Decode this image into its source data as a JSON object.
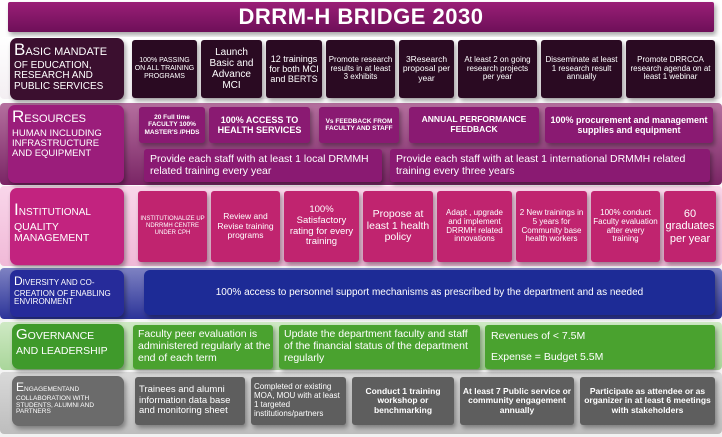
{
  "title": "DRRM-H BRIDGE 2030",
  "rows": {
    "basic": {
      "label_cap": "B",
      "label_rest": "ASIC MANDATE",
      "label_sub": "OF EDUCATION, RESEARCH AND PUBLIC SERVICES",
      "cells": [
        "100% PASSING ON ALL TRAINING PROGRAMS",
        "Launch Basic and Advance MCI",
        "12 trainings for both MCI and BERTS",
        "Promote research results in at least 3 exhibits",
        "3Research proposal per year",
        "At least 2 on going research projects per year",
        "Disseminate at least 1 research result annually",
        "Promote DRRCCA research agenda on at least 1 webinar"
      ]
    },
    "resources": {
      "label_cap": "R",
      "label_rest": "ESOURCES",
      "label_sub": "HUMAN INCLUDING INFRASTRUCTURE AND EQUIPMENT",
      "cells": [
        "20 Full time FACULTY 100% MASTER'S /PHDS",
        "100% ACCESS TO HEALTH SERVICES",
        "Vs FEEDBACK FROM FACULTY AND STAFF",
        "ANNUAL PERFORMANCE FEEDBACK",
        "100% procurement and management supplies and equipment"
      ],
      "wide": [
        "Provide each staff with at least 1 local DRMMH related training every year",
        "Provide each staff with at least 1 international DRMMH related training every three years"
      ]
    },
    "institutional": {
      "label_cap": "I",
      "label_rest": "NSTITUTIONAL",
      "label_sub": "QUALITY MANAGEMENT",
      "cells": [
        "INSTITUTIONALIZE UP NDRRMH CENTRE UNDER CPH",
        "Review and Revise training programs",
        "100% Satisfactory rating for every training",
        "Propose at least 1 health policy",
        "Adapt , upgrade and implement DRRMH related innovations",
        "2 New trainings in 5 years for Community base health workers",
        "100% conduct Faculty evaluation after every training",
        "60 graduates per year"
      ]
    },
    "diversity": {
      "label_cap": "D",
      "label_rest": "IVERSITY AND CO-",
      "label_sub": "CREATION OF ENABLING ENVIRONMENT",
      "cells": [
        "100% access to personnel support mechanisms as prescribed by the department and as needed"
      ]
    },
    "governance": {
      "label_cap": "G",
      "label_rest": "OVERNANCE",
      "label_sub": "AND LEADERSHIP",
      "cells": [
        "Faculty peer evaluation is administered regularly at the end of each term",
        "Update the department faculty and staff of the financial status of the department regularly",
        "Revenues of < 7.5M",
        "Expense = Budget 5.5M"
      ]
    },
    "engagement": {
      "label_cap": "E",
      "label_rest": "NGAGEMENTAND",
      "label_sub": "COLLABORATION WITH STUDENTS, ALUMNI AND PARTNERS",
      "cells": [
        "Trainees and alumni information data base and monitoring sheet",
        "Completed or existing MOA, MOU with at least 1 targeted institutions/partners",
        "Conduct 1 training workshop or benchmarking",
        "At least 7 Public service or community engagement annually",
        "Participate as attendee or as organizer in at least 6 meetings with stakeholders"
      ]
    }
  },
  "colors": {
    "title": "#7f1666",
    "basic_label": "#3b0f2f",
    "basic_cell": "#2a0a22",
    "resources_label": "#9b1d7b",
    "resources_cell": "#8a1a72",
    "institutional_label": "#c2237f",
    "institutional_cell": "#c0246f",
    "diversity_label": "#262b9a",
    "diversity_cell": "#1d2b96",
    "governance_label": "#3f9a2b",
    "governance_cell": "#4aa22f",
    "engagement_label": "#6b6b6b",
    "engagement_cell": "#5e5e5e"
  }
}
